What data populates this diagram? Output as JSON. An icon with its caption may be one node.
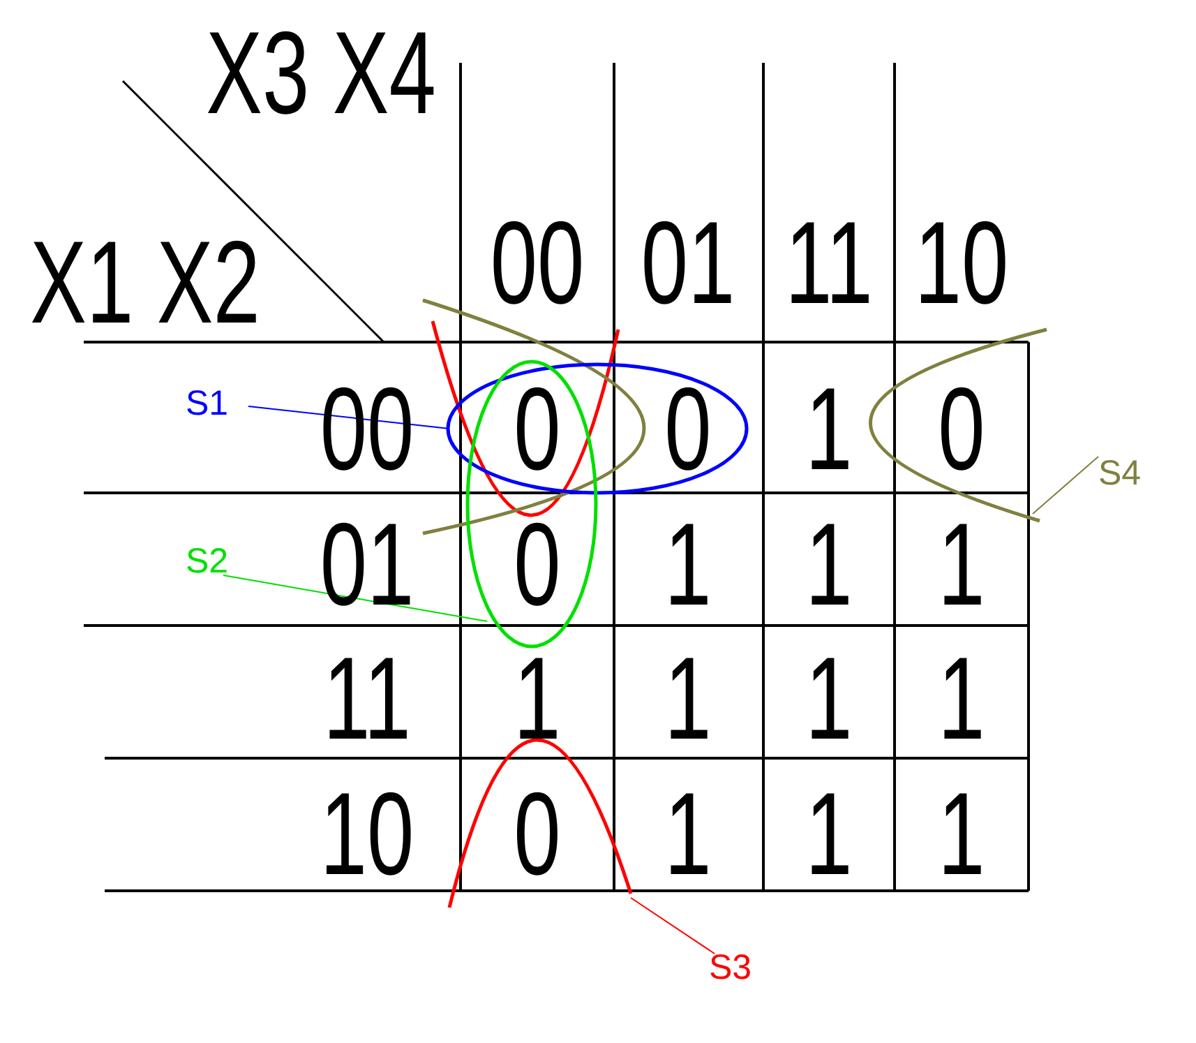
{
  "diagram": {
    "nodes": [
      {
        "text": [
          "S1"
        ]
      },
      {
        "text": [],
        "shape": "ellipse"
      },
      {
        "text": [
          "S2"
        ]
      },
      {
        "text": [],
        "shape": "ellipse"
      },
      {
        "text": [
          "S3"
        ]
      },
      {
        "text": [],
        "shape": "curve"
      },
      {
        "text": [
          "S4"
        ]
      },
      {
        "text": [],
        "shape": "curve"
      }
    ],
    "edges": [
      {
        "from": 0,
        "to": 1,
        "arrow": "none",
        "color": "#0000ff"
      },
      {
        "from": 2,
        "to": 3,
        "arrow": "none",
        "color": "#00e000"
      },
      {
        "from": 4,
        "to": 5,
        "arrow": "none",
        "color": "#ff0000"
      },
      {
        "from": 6,
        "to": 7,
        "arrow": "none",
        "color": "#808040"
      }
    ],
    "labels": [
      "X3 X4",
      "X1 X2",
      "00",
      "01",
      "11",
      "10",
      "00",
      "0",
      "0",
      "1",
      "0",
      "01",
      "0",
      "1",
      "1",
      "1",
      "11",
      "1",
      "1",
      "1",
      "1",
      "10",
      "0",
      "1",
      "1",
      "1"
    ]
  }
}
